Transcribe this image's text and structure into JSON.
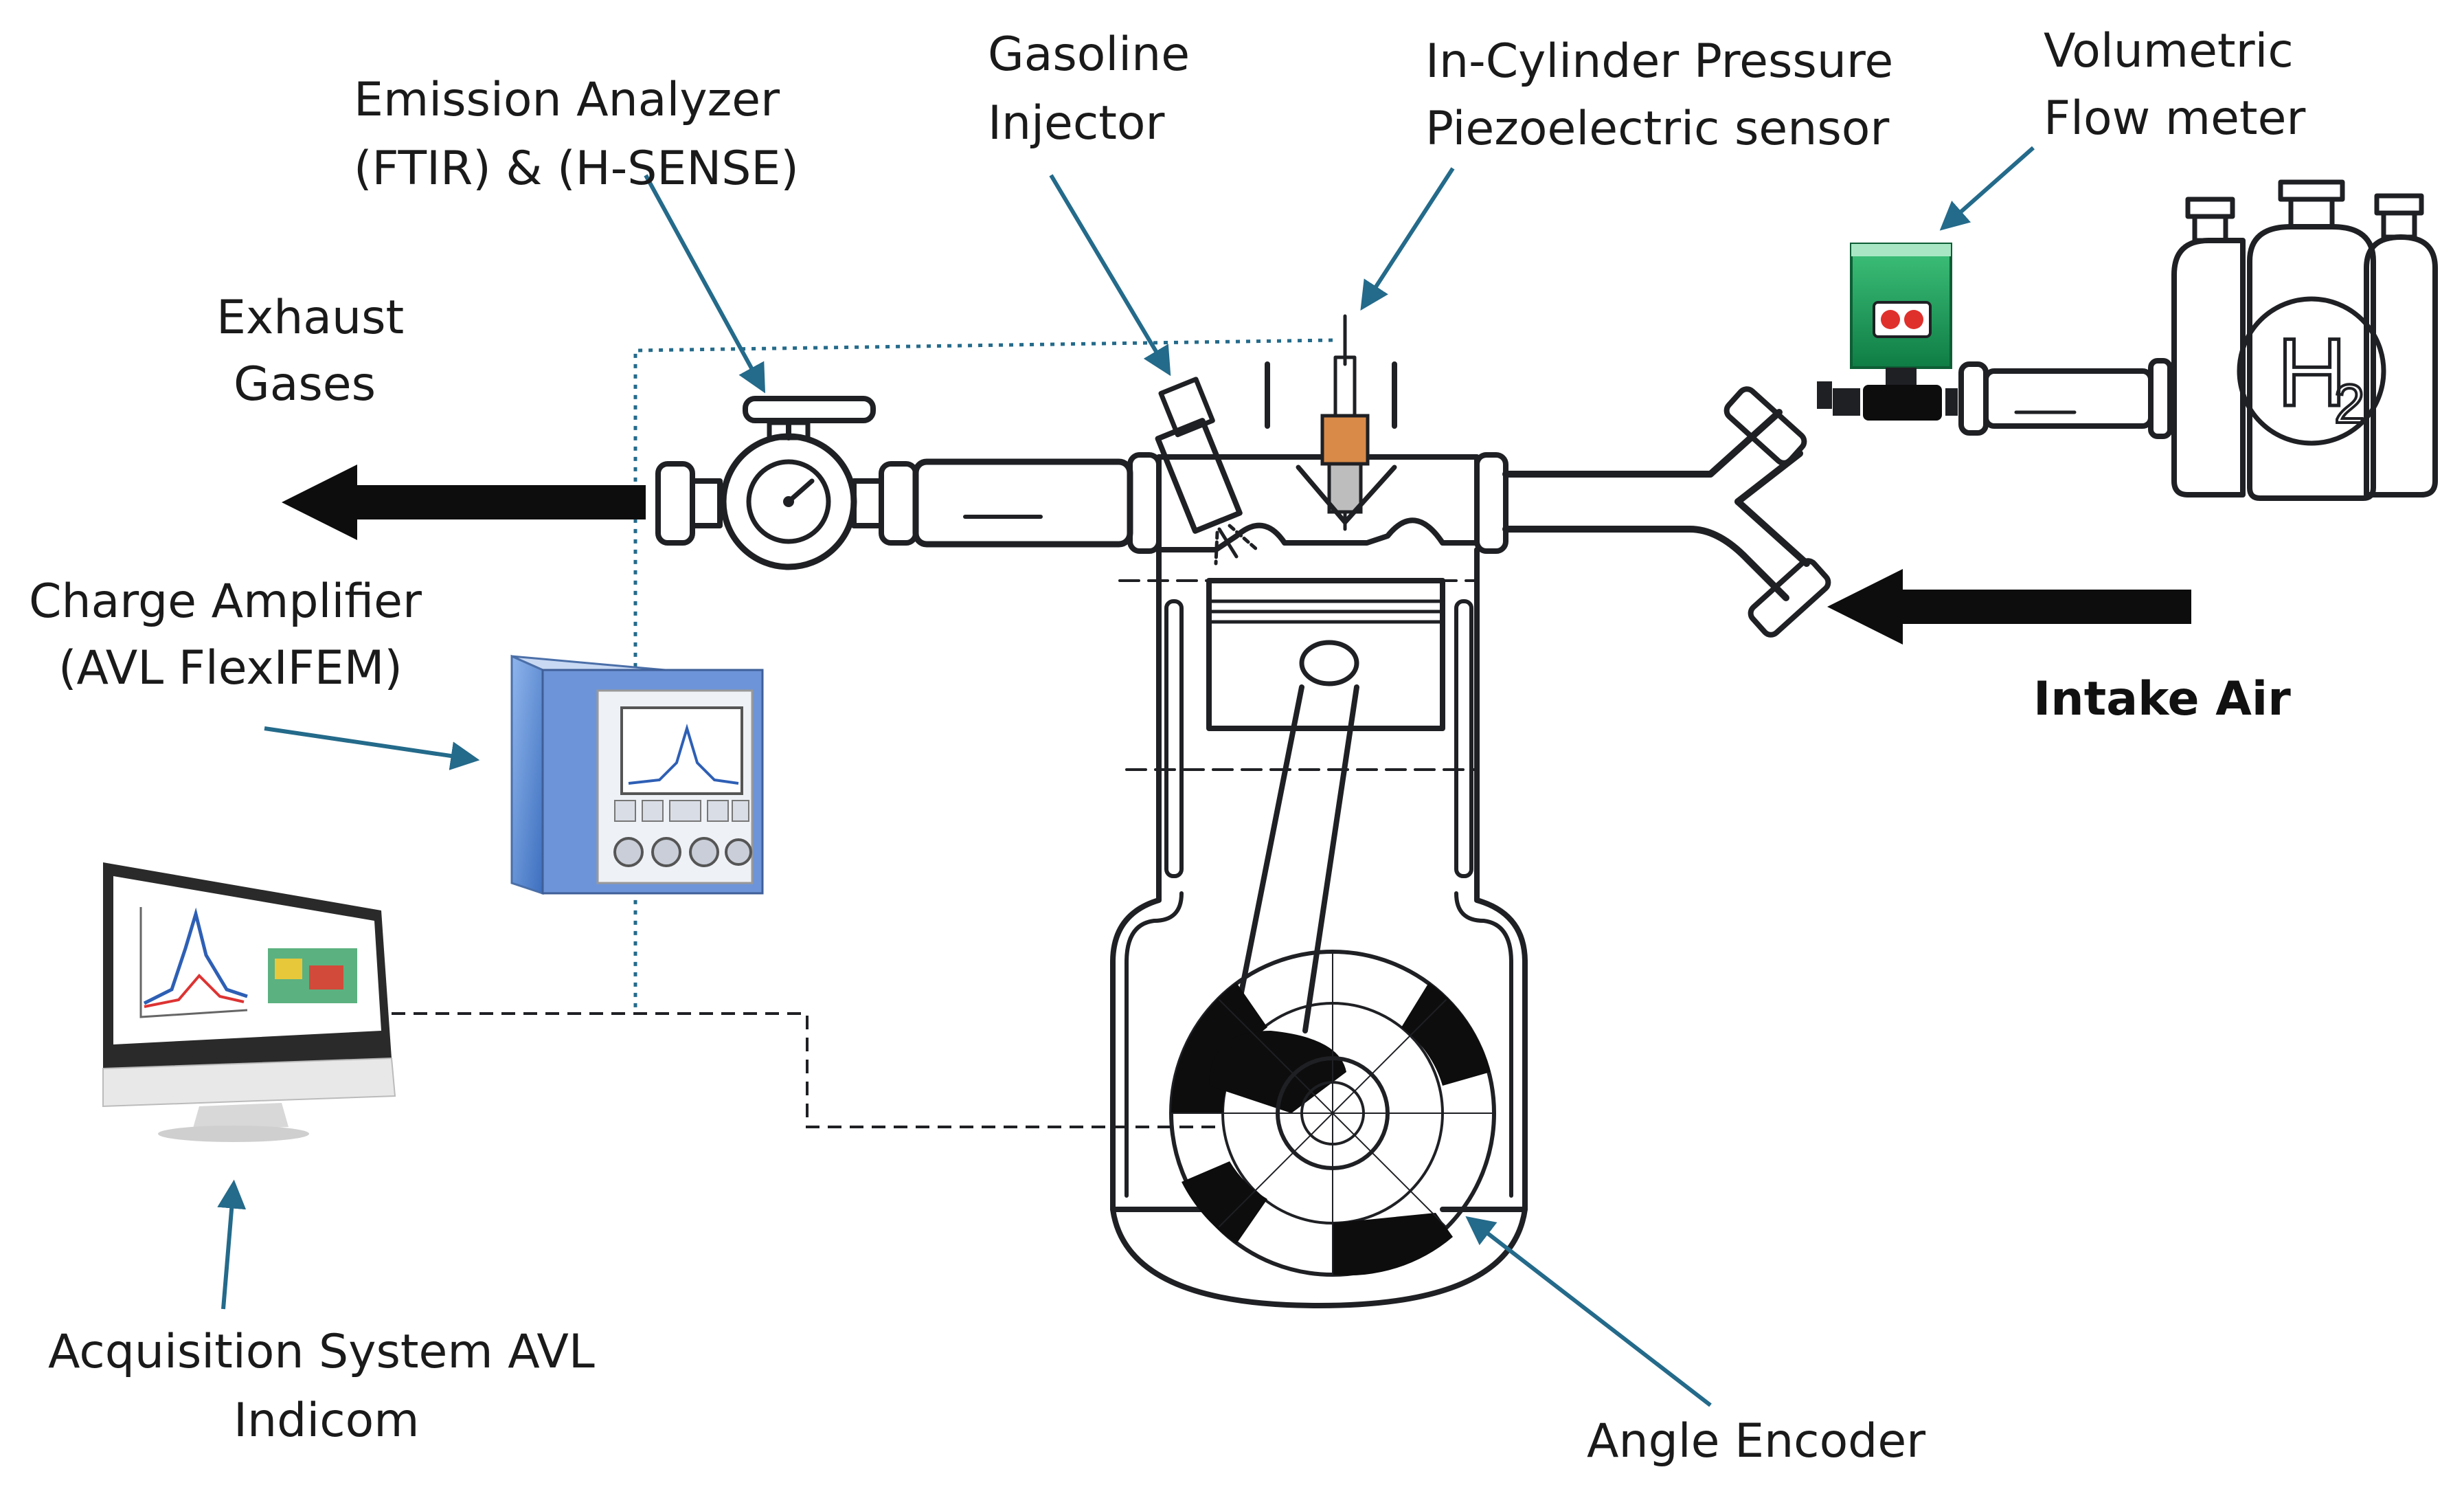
{
  "labels": {
    "emission_analyzer": [
      "Emission Analyzer",
      "(FTIR) & (H-SENSE)"
    ],
    "gasoline_injector": [
      "Gasoline",
      "Injector"
    ],
    "pressure_sensor": [
      "In-Cylinder Pressure",
      "Piezoelectric sensor"
    ],
    "flow_meter": [
      "Volumetric",
      "Flow meter"
    ],
    "exhaust_gases": [
      "Exhaust",
      "Gases"
    ],
    "charge_amplifier": [
      "Charge Amplifier",
      "(AVL FlexIFEM)"
    ],
    "intake_air": "Intake Air",
    "acquisition_system": [
      "Acquisition System AVL",
      "Indicom"
    ],
    "angle_encoder": "Angle Encoder",
    "h2_symbol": "H",
    "h2_subscript": "2"
  },
  "colors": {
    "arrow_blue": "#246a8a",
    "line": "#1f2024",
    "flow_meter_green": "#1f9b5a",
    "indicator_red": "#e0302b",
    "amplifier_blue": "#5f8fd6"
  },
  "icons": {
    "exhaust_arrow": "left-arrow-icon",
    "intake_arrow": "left-arrow-icon",
    "hydrogen_tanks": "gas-cylinders-icon",
    "monitor": "computer-monitor-icon"
  }
}
